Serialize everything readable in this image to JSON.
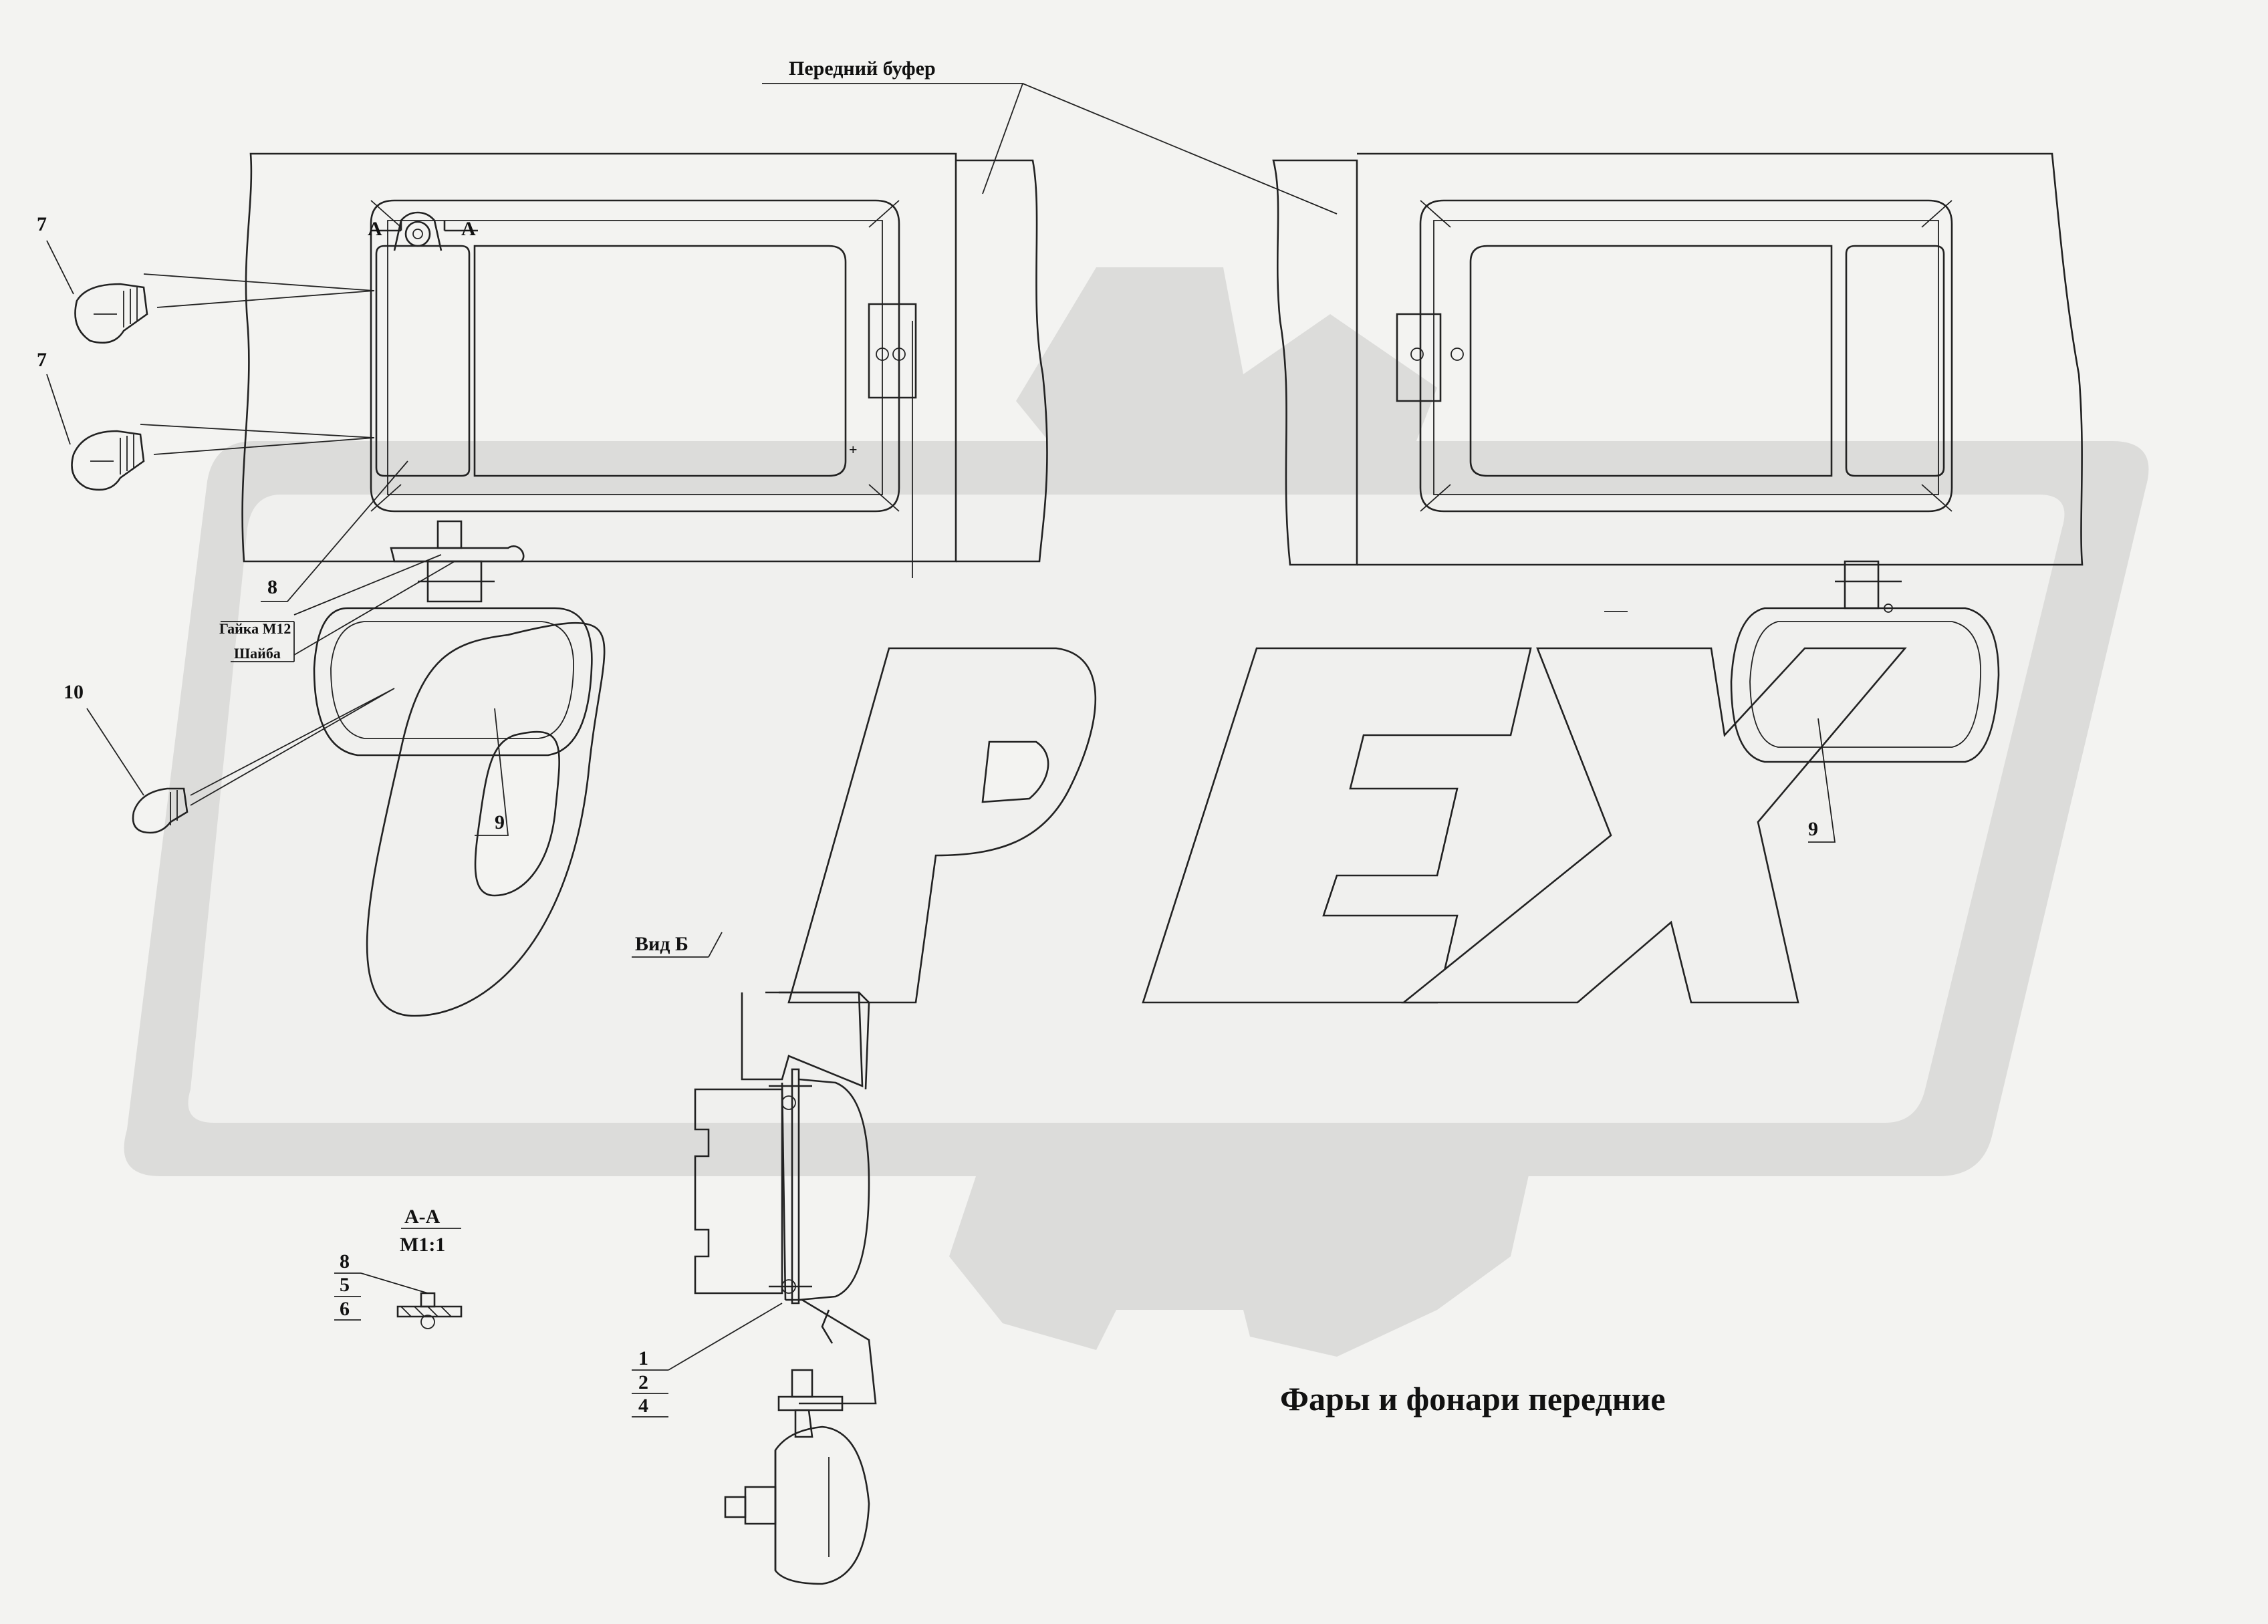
{
  "title": "Фары и фонари передние",
  "watermark": "OPEX",
  "labels": {
    "front_bumper": "Передний буфер",
    "view_b": "Вид Б",
    "section_aa": "А-А",
    "section_aa_scale": "М1:1",
    "section_mark_left": "А",
    "section_mark_right": "А",
    "nut": "Гайка М12",
    "washer": "Шайба"
  },
  "callouts": {
    "bulb_upper": "7",
    "bulb_lower": "7",
    "lamp_housing": "8",
    "fog_bulb": "10",
    "fog_lamp_left": "9",
    "fog_lamp_right": "9",
    "aa_stack": [
      "8",
      "5",
      "6"
    ],
    "view_b_stack": [
      "1",
      "2",
      "4"
    ]
  },
  "colors": {
    "background": "#f3f3f1",
    "line": "#222222",
    "watermark": "#dcdcda"
  }
}
